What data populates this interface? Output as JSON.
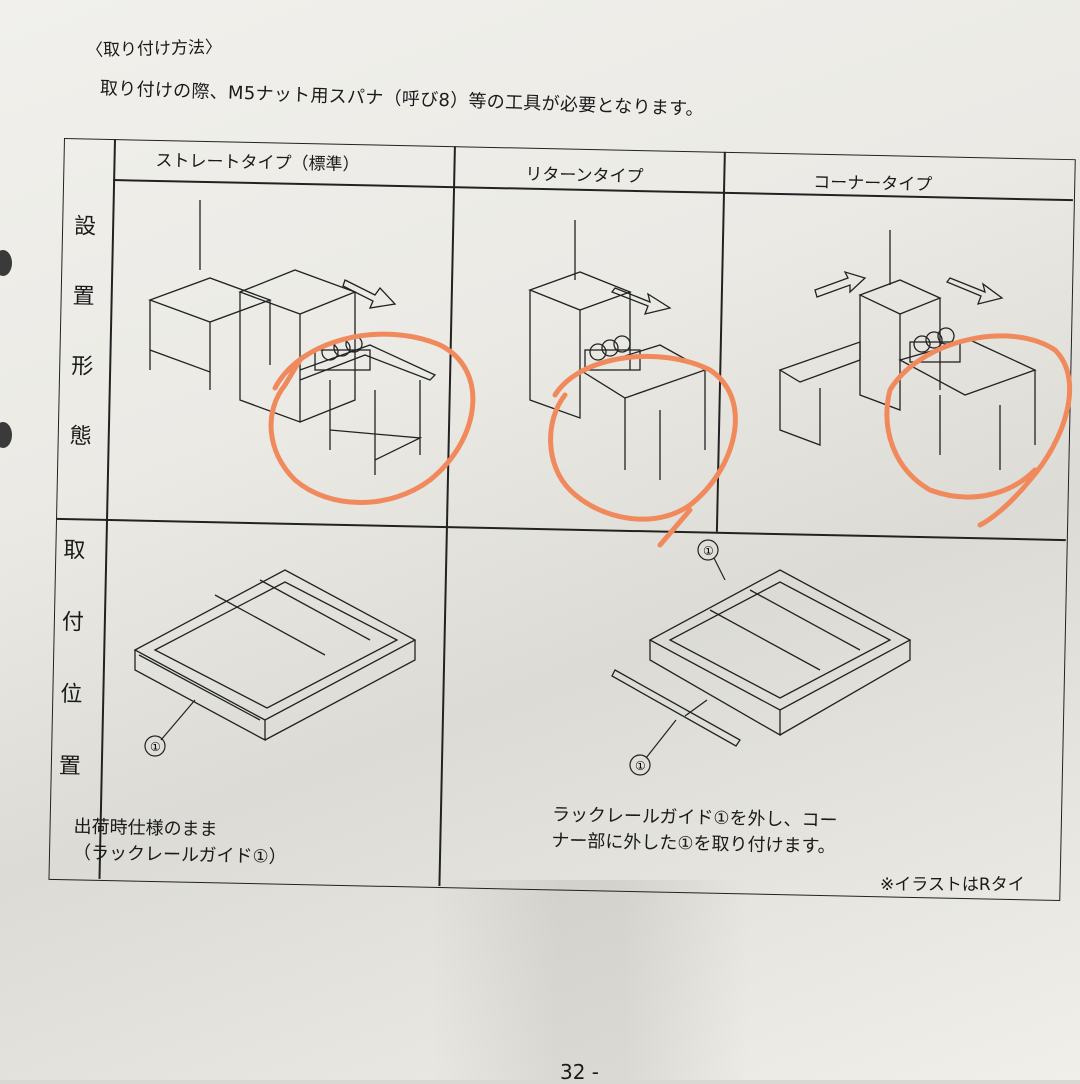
{
  "document": {
    "section_title": "〈取り付け方法〉",
    "intro": "取り付けの際、M5ナット用スパナ（呼び8）等の工具が必要となります。",
    "table": {
      "columns": [
        "ストレートタイプ（標準）",
        "リターンタイプ",
        "コーナータイプ"
      ],
      "rows": [
        {
          "label": "設置形態",
          "label_chars": [
            "設",
            "置",
            "形",
            "態"
          ]
        },
        {
          "label": "取付位置",
          "label_chars": [
            "取",
            "付",
            "位",
            "置"
          ]
        }
      ],
      "mount_captions": {
        "standard": [
          "出荷時仕様のまま",
          "（ラックレールガイド①）"
        ],
        "corner": [
          "ラックレールガイド①を外し、コー",
          "ナー部に外した①を取り付けます。"
        ]
      },
      "part_marker": "①"
    },
    "note": "※イラストはRタイ",
    "page_number": "32 -",
    "annotation_color": "#f08a5d"
  }
}
